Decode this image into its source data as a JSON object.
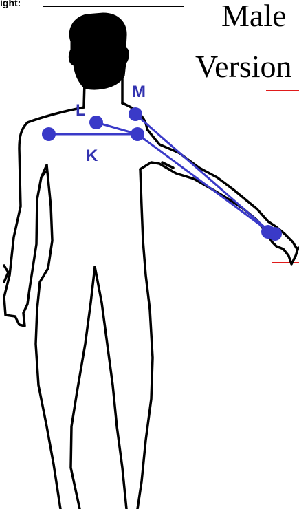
{
  "header": {
    "label": "ight:",
    "title_line1": "Male",
    "title_line2": "Version"
  },
  "landmarks": {
    "L": "L",
    "M": "M",
    "K": "K"
  },
  "colors": {
    "outline": "#000000",
    "measurement": "#3a3ac8",
    "label": "#3333b0",
    "accent_red": "#e01b1b"
  }
}
